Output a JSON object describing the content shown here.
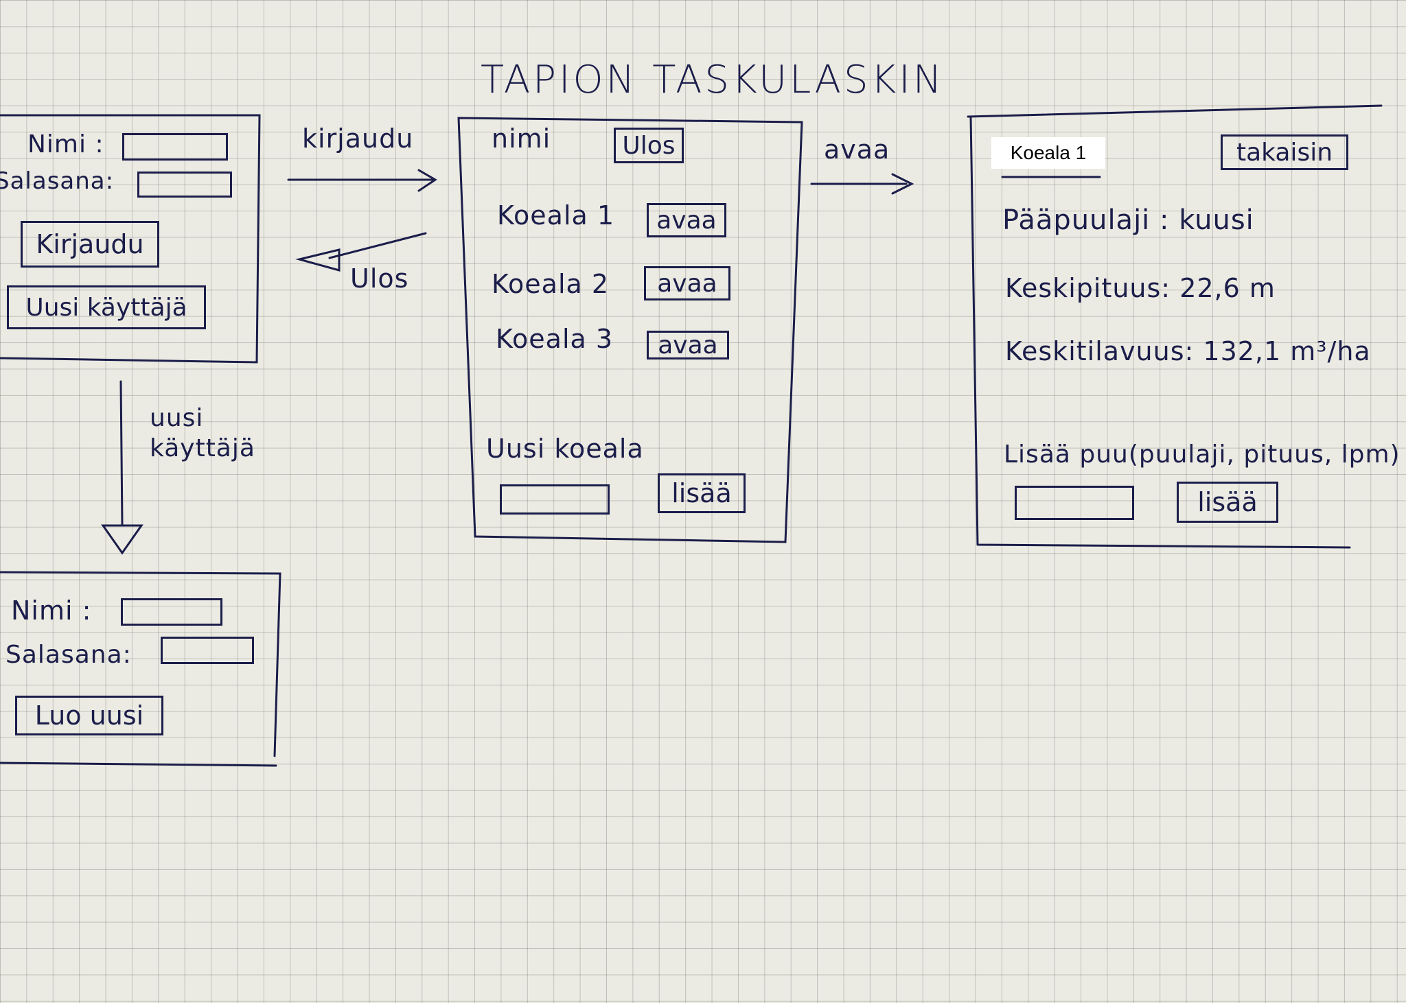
{
  "title": "TAPION TASKULASKIN",
  "login_screen": {
    "name_label": "Nimi :",
    "password_label": "Salasana:",
    "login_button": "Kirjaudu",
    "new_user_button": "Uusi käyttäjä"
  },
  "register_screen": {
    "name_label": "Nimi :",
    "password_label": "Salasana:",
    "create_button": "Luo uusi"
  },
  "main_screen": {
    "user_name": "nimi",
    "logout_button": "Ulos",
    "plots": [
      {
        "label": "Koeala 1",
        "button": "avaa"
      },
      {
        "label": "Koeala 2",
        "button": "avaa"
      },
      {
        "label": "Koeala 3",
        "button": "avaa"
      }
    ],
    "new_plot_label": "Uusi koeala",
    "add_button": "lisää"
  },
  "plot_screen": {
    "plot_name": "Koeala 1",
    "back_button": "takaisin",
    "main_species": "Pääpuulaji : kuusi",
    "avg_height": "Keskipituus: 22,6 m",
    "avg_volume": "Keskitilavuus: 132,1 m³/ha",
    "add_tree_label": "Lisää puu(puulaji, pituus, lpm)",
    "add_button": "lisää"
  },
  "arrows": {
    "login": "kirjaudu",
    "logout": "Ulos",
    "open": "avaa",
    "new_user": "uusi käyttäjä"
  }
}
